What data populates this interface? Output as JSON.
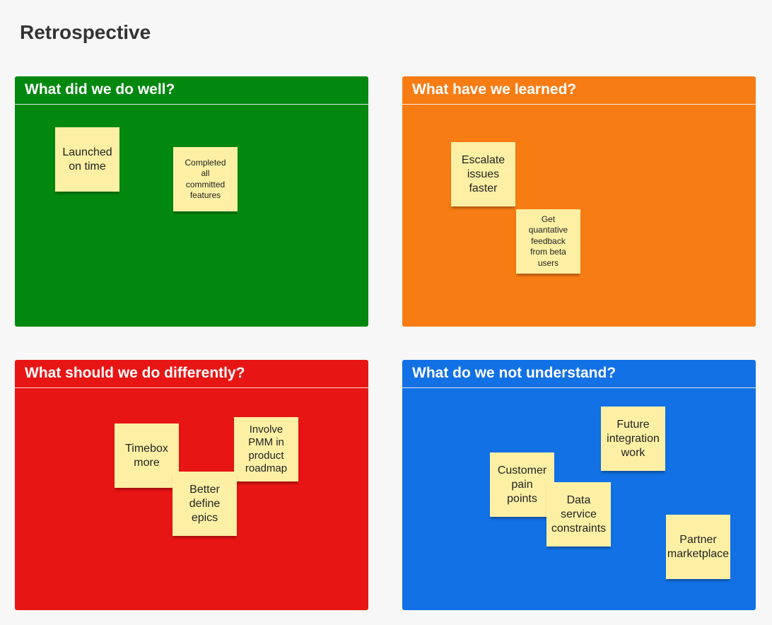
{
  "page": {
    "title": "Retrospective"
  },
  "colors": {
    "background": "#f7f7f7",
    "sticky_note": "#fdf0a5",
    "well": "#03880f",
    "learned": "#f77c14",
    "differently": "#e81515",
    "understand": "#1271e5"
  },
  "panels": {
    "well": {
      "title": "What did we do well?",
      "notes": [
        {
          "text": "Launched\non time"
        },
        {
          "text": "Completed\nall\ncommitted\nfeatures"
        }
      ]
    },
    "learned": {
      "title": "What have we learned?",
      "notes": [
        {
          "text": "Escalate\nissues\nfaster"
        },
        {
          "text": "Get\nquantative\nfeedback\nfrom beta\nusers"
        }
      ]
    },
    "differently": {
      "title": "What should we do differently?",
      "notes": [
        {
          "text": "Timebox\nmore"
        },
        {
          "text": "Involve\nPMM in\nproduct\nroadmap"
        },
        {
          "text": "Better\ndefine\nepics"
        }
      ]
    },
    "understand": {
      "title": "What do we not understand?",
      "notes": [
        {
          "text": "Future\nintegration\nwork"
        },
        {
          "text": "Customer\npain\npoints"
        },
        {
          "text": "Data\nservice\nconstraints"
        },
        {
          "text": "Partner\nmarketplace"
        }
      ]
    }
  }
}
